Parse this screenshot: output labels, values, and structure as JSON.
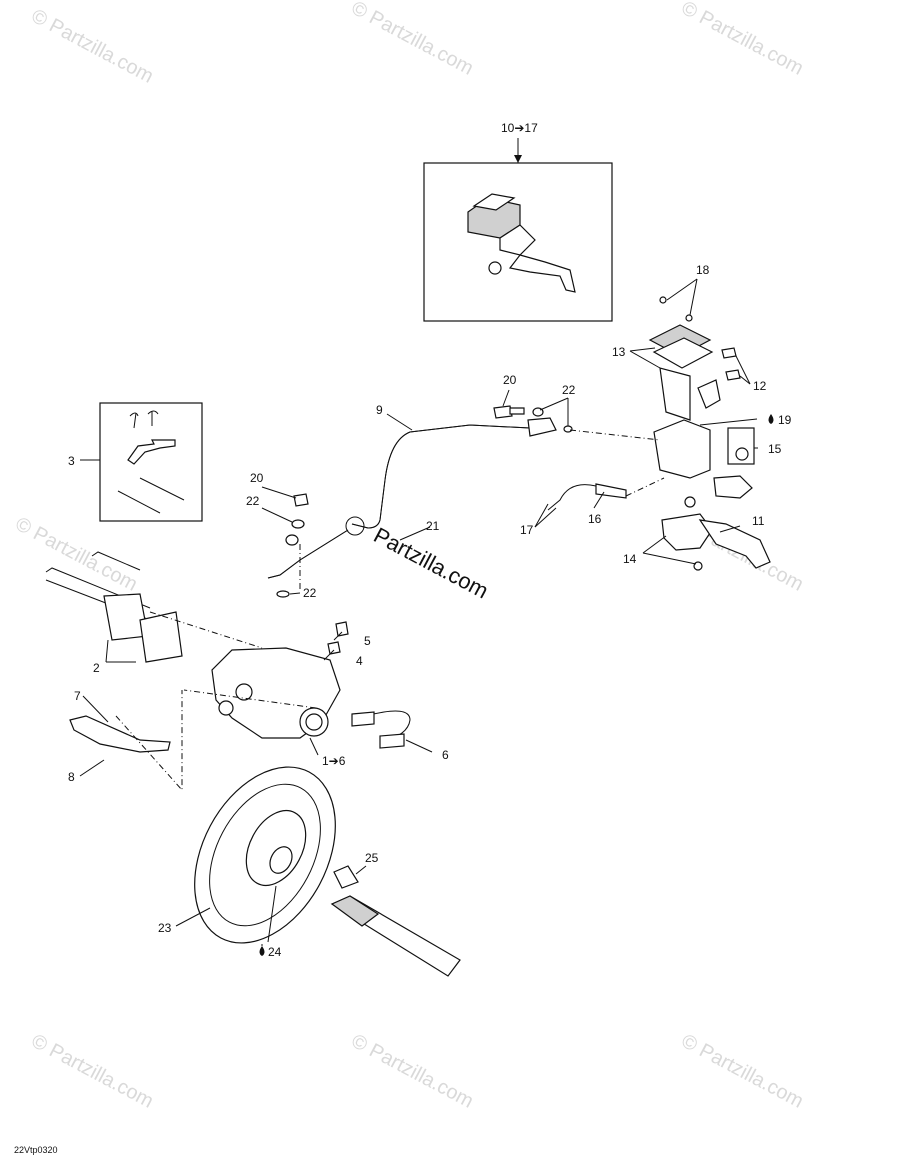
{
  "watermark": "© Partzilla.com",
  "center_watermark": "Partzilla.com",
  "diagram_code": "22Vtp0320",
  "callouts": {
    "c10_17": "10➔17",
    "c18": "18",
    "c13": "13",
    "c12": "12",
    "c19": "19",
    "c15": "15",
    "c11": "11",
    "c14": "14",
    "c20a": "20",
    "c22a": "22",
    "c9": "9",
    "c16": "16",
    "c17": "17",
    "c3": "3",
    "c20b": "20",
    "c22b": "22",
    "c21": "21",
    "c22c": "22",
    "c5": "5",
    "c4": "4",
    "c2": "2",
    "c7": "7",
    "c8": "8",
    "c1_6": "1➔6",
    "c6": "6",
    "c25": "25",
    "c23": "23",
    "c24": "24"
  },
  "colors": {
    "ink": "#111111",
    "watermark": "#d9d9d9",
    "background": "#ffffff"
  }
}
